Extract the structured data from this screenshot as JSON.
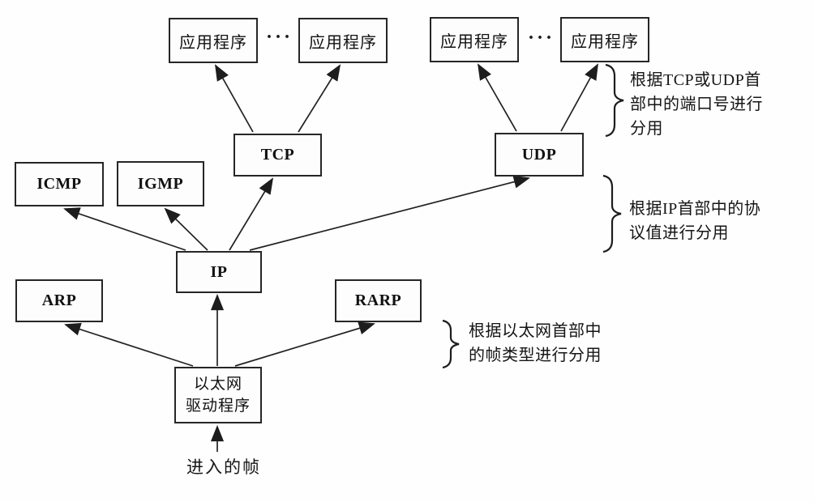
{
  "diagram": {
    "nodes": {
      "app1": "应用程序",
      "app2": "应用程序",
      "app3": "应用程序",
      "app4": "应用程序",
      "tcp": "TCP",
      "udp": "UDP",
      "icmp": "ICMP",
      "igmp": "IGMP",
      "ip": "IP",
      "arp": "ARP",
      "rarp": "RARP",
      "eth_line1": "以太网",
      "eth_line2": "驱动程序"
    },
    "ellipsis1": "···",
    "ellipsis2": "···",
    "annotations": {
      "transport": [
        "根据TCP或UDP首",
        "部中的端口号进行",
        "分用"
      ],
      "network": [
        "根据IP首部中的协",
        "议值进行分用"
      ],
      "link": [
        "根据以太网首部中",
        "的帧类型进行分用"
      ]
    },
    "incoming_frame": "进入的帧"
  }
}
